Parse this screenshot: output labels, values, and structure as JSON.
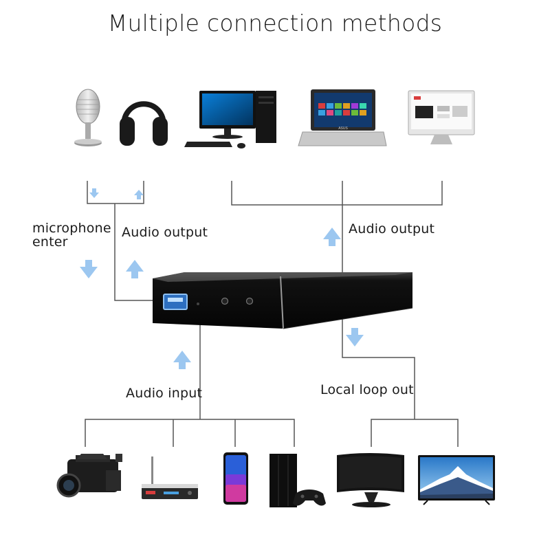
{
  "title": "Multiple connection methods",
  "labels": {
    "microphone_enter": [
      "microphone",
      "enter"
    ],
    "audio_output_left": "Audio output",
    "audio_output_right": "Audio output",
    "audio_input": "Audio input",
    "local_loop_out": "Local loop out"
  },
  "monitor_brand": "ASUS",
  "colors": {
    "line": "#555555",
    "arrow": "#9cc7f0",
    "device_body": "#111111",
    "usb_port": "#3a82d6"
  },
  "devices_top": [
    "microphone-icon",
    "headphones-icon",
    "desktop-computer-icon",
    "laptop-icon",
    "all-in-one-pc-icon"
  ],
  "devices_bottom": [
    "camcorder-icon",
    "set-top-box-icon",
    "smartphone-icon",
    "game-console-icon",
    "curved-monitor-icon",
    "flat-tv-icon"
  ]
}
